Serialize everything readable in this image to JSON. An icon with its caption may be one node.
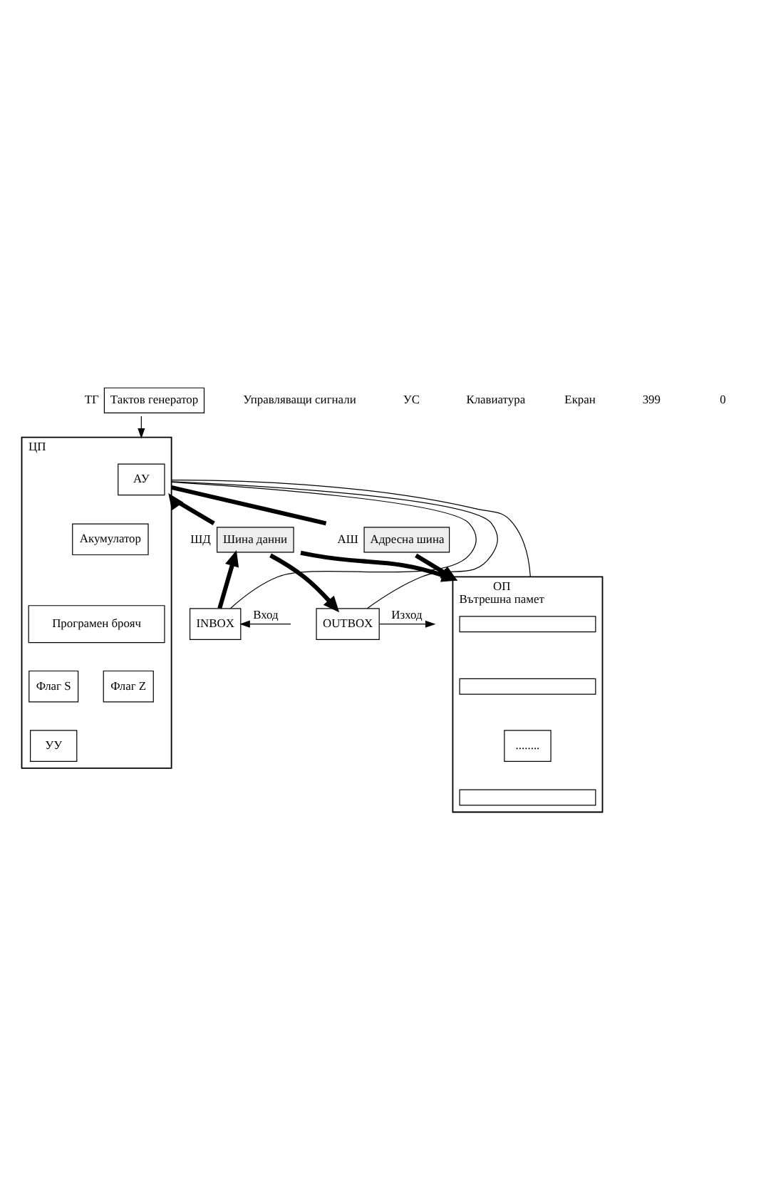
{
  "diagram": {
    "nodes": [
      {
        "text": [
          "Тактов генератор"
        ],
        "beside": [
          "ТГ"
        ]
      },
      {
        "text": [],
        "shape": "box",
        "beside": [
          "ЦП"
        ]
      },
      {
        "text": [
          "АУ"
        ],
        "in": 1
      },
      {
        "text": [
          "Акумулатор"
        ],
        "in": 1
      },
      {
        "text": [
          "Програмен брояч"
        ],
        "in": 1
      },
      {
        "text": [
          "Флаг Z"
        ],
        "in": 1
      },
      {
        "text": [
          "Флаг S"
        ],
        "in": 1
      },
      {
        "text": [
          "УУ"
        ],
        "in": 1
      },
      {
        "text": [
          "Шина данни"
        ],
        "beside": [
          "ШД"
        ]
      },
      {
        "text": [
          "Адресна шина"
        ],
        "beside": [
          "АШ"
        ]
      },
      {
        "text": [
          "INBOX"
        ]
      },
      {
        "text": [
          "OUTBOX"
        ]
      },
      {
        "text": [],
        "shape": "box",
        "beside": [
          "ОП",
          "Вътрешна памет"
        ]
      },
      {
        "text": [],
        "shape": "box",
        "in": 12
      },
      {
        "text": [],
        "shape": "box",
        "in": 12
      },
      {
        "text": [
          "........"
        ],
        "in": 12
      },
      {
        "text": [],
        "shape": "box",
        "in": 12
      }
    ],
    "edges": [
      {
        "from": 0,
        "to": 1,
        "arrow": "to"
      },
      {
        "from": 8,
        "to": 1,
        "arrow": "to",
        "style": "thick"
      },
      {
        "from": 1,
        "to": 9,
        "arrow": "none",
        "style": "thick"
      },
      {
        "from": 1,
        "to": 12,
        "arrow": "none"
      },
      {
        "from": 1,
        "to": 10,
        "arrow": "none"
      },
      {
        "from": 1,
        "to": 11,
        "arrow": "none"
      },
      {
        "from": 10,
        "to": 8,
        "arrow": "to",
        "style": "thick"
      },
      {
        "from": 8,
        "to": 11,
        "arrow": "to",
        "style": "thick"
      },
      {
        "from": 8,
        "to": 12,
        "arrow": "to",
        "style": "thick"
      },
      {
        "from": 9,
        "to": 12,
        "arrow": "to",
        "style": "thick"
      },
      {
        "from": null,
        "to": 10,
        "arrow": "to",
        "label": "Вход"
      },
      {
        "from": 11,
        "to": null,
        "arrow": "to",
        "label": "Изход"
      }
    ],
    "labels": [
      "Управляващи сигнали",
      "УС",
      "Клавиатура",
      "Екран",
      "399",
      "0"
    ]
  }
}
